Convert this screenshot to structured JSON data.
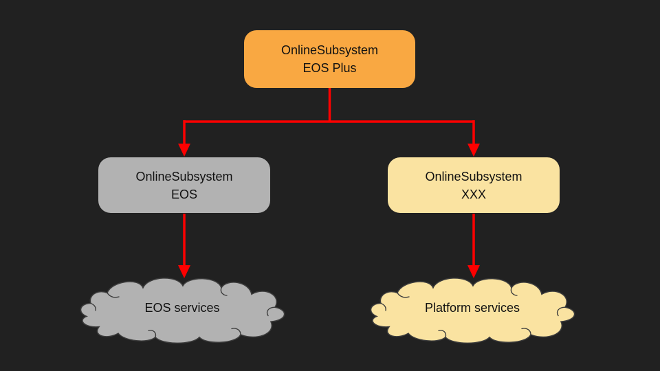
{
  "colors": {
    "background": "#212121",
    "arrow": "#fe0000",
    "root-fill": "#f9a842",
    "child-left-fill": "#b2b2b2",
    "child-right-fill": "#fae3a1",
    "cloud-left-fill": "#b2b2b2",
    "cloud-right-fill": "#fae3a1",
    "shape-outline": "#3c3c3c",
    "text": "#111111"
  },
  "nodes": {
    "root": {
      "line1": "OnlineSubsystem",
      "line2": "EOS Plus"
    },
    "child_left": {
      "line1": "OnlineSubsystem",
      "line2": "EOS"
    },
    "child_right": {
      "line1": "OnlineSubsystem",
      "line2": "XXX"
    }
  },
  "clouds": {
    "left": {
      "label": "EOS services"
    },
    "right": {
      "label": "Platform services"
    }
  }
}
